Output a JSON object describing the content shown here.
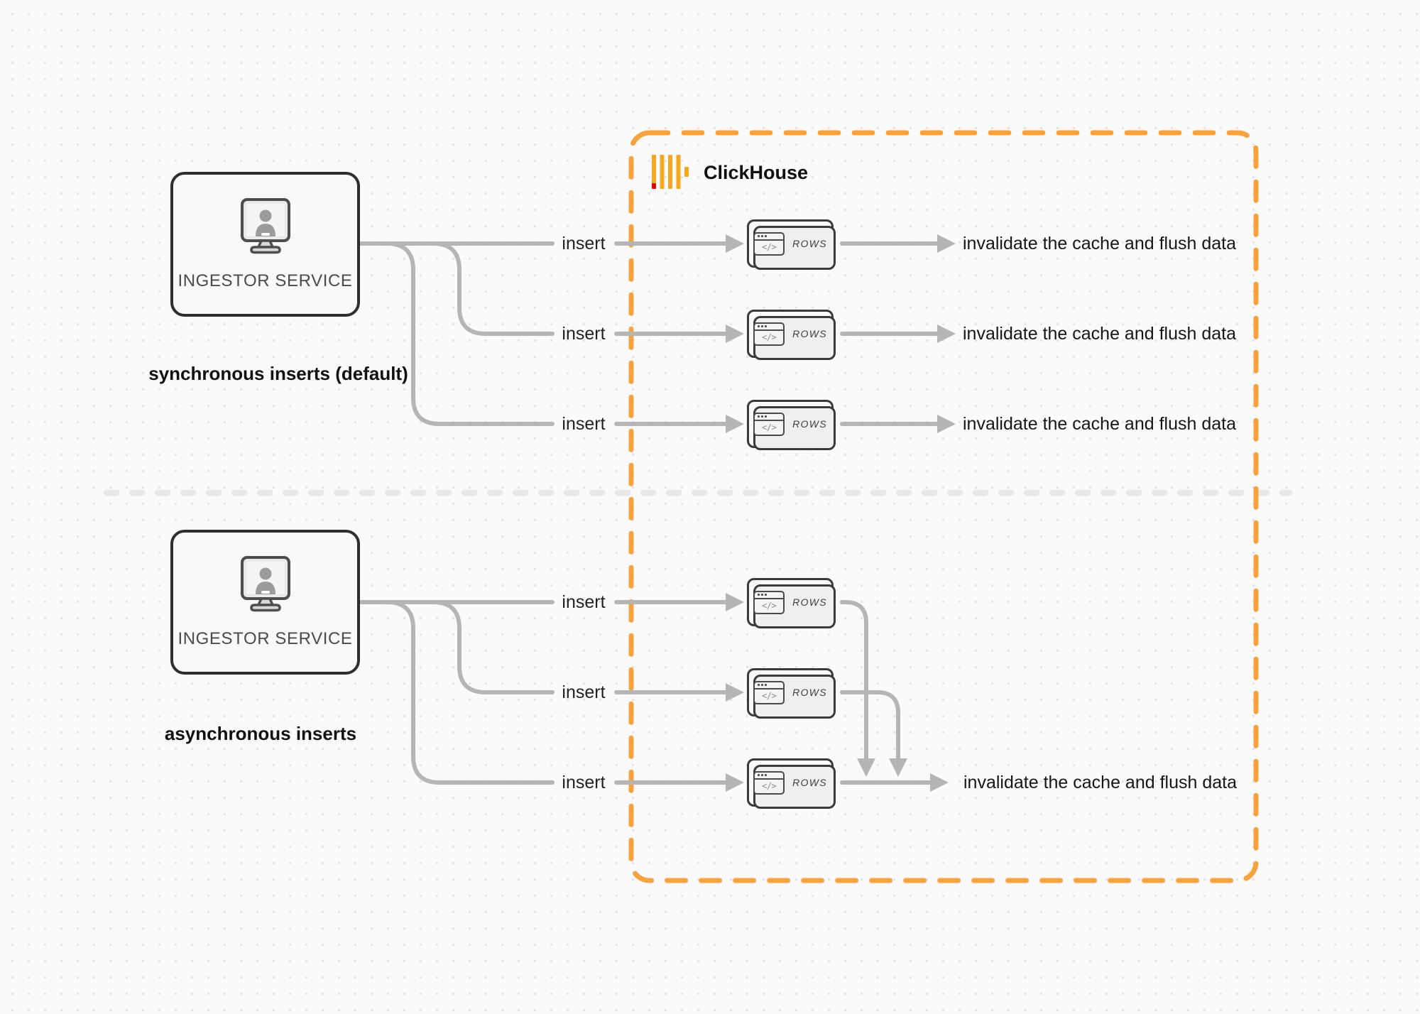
{
  "clickhouse": {
    "label": "ClickHouse"
  },
  "icons": {
    "code_glyph": "</>"
  },
  "sync": {
    "service_label": "INGESTOR SERVICE",
    "caption": "synchronous inserts (default)",
    "rows": [
      {
        "insert_label": "insert",
        "card_label": "ROWS",
        "result_label": "invalidate the cache and flush data"
      },
      {
        "insert_label": "insert",
        "card_label": "ROWS",
        "result_label": "invalidate the cache and flush data"
      },
      {
        "insert_label": "insert",
        "card_label": "ROWS",
        "result_label": "invalidate the cache and flush data"
      }
    ]
  },
  "async": {
    "service_label": "INGESTOR SERVICE",
    "caption": "asynchronous inserts",
    "rows": [
      {
        "insert_label": "insert",
        "card_label": "ROWS"
      },
      {
        "insert_label": "insert",
        "card_label": "ROWS"
      },
      {
        "insert_label": "insert",
        "card_label": "ROWS",
        "result_label": "invalidate the cache and flush data"
      }
    ]
  },
  "colors": {
    "boundary_orange": "#F8A23C",
    "logo_gold": "#F5A71E",
    "logo_red": "#E00707",
    "wire_gray": "#B5B5B5",
    "divider_gray": "#E8E8E8"
  }
}
